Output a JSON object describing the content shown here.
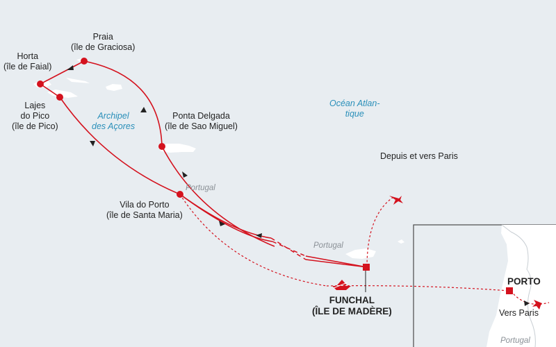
{
  "colors": {
    "sea": "#e8edf1",
    "land": "#ffffff",
    "route": "#d4121e",
    "ocean_label": "#2a8fb9"
  },
  "labels": {
    "praia": "Praia\n(île de Graciosa)",
    "horta": "Horta\n(île de Faial)",
    "lajes": "Lajes\ndo Pico\n(île de Pico)",
    "ponta_delgada": "Ponta Delgada\n(île de Sao Miguel)",
    "vila_do_porto": "Vila do Porto\n(île de Santa Maria)",
    "funchal": "FUNCHAL\n(ÎLE DE MADÈRE)",
    "porto": "PORTO",
    "vers_paris": "Vers Paris",
    "depuis_paris": "Depuis et vers Paris",
    "ocean": "Océan Atlan-\ntique",
    "archipel": "Archipel\ndes Açores",
    "portugal_azores": "Portugal",
    "portugal_madeira": "Portugal",
    "portugal_mainland": "Portugal"
  },
  "icons": [
    "stop-marker-icon",
    "port-square-icon",
    "plane-icon",
    "ship-icon",
    "direction-arrow-icon"
  ]
}
